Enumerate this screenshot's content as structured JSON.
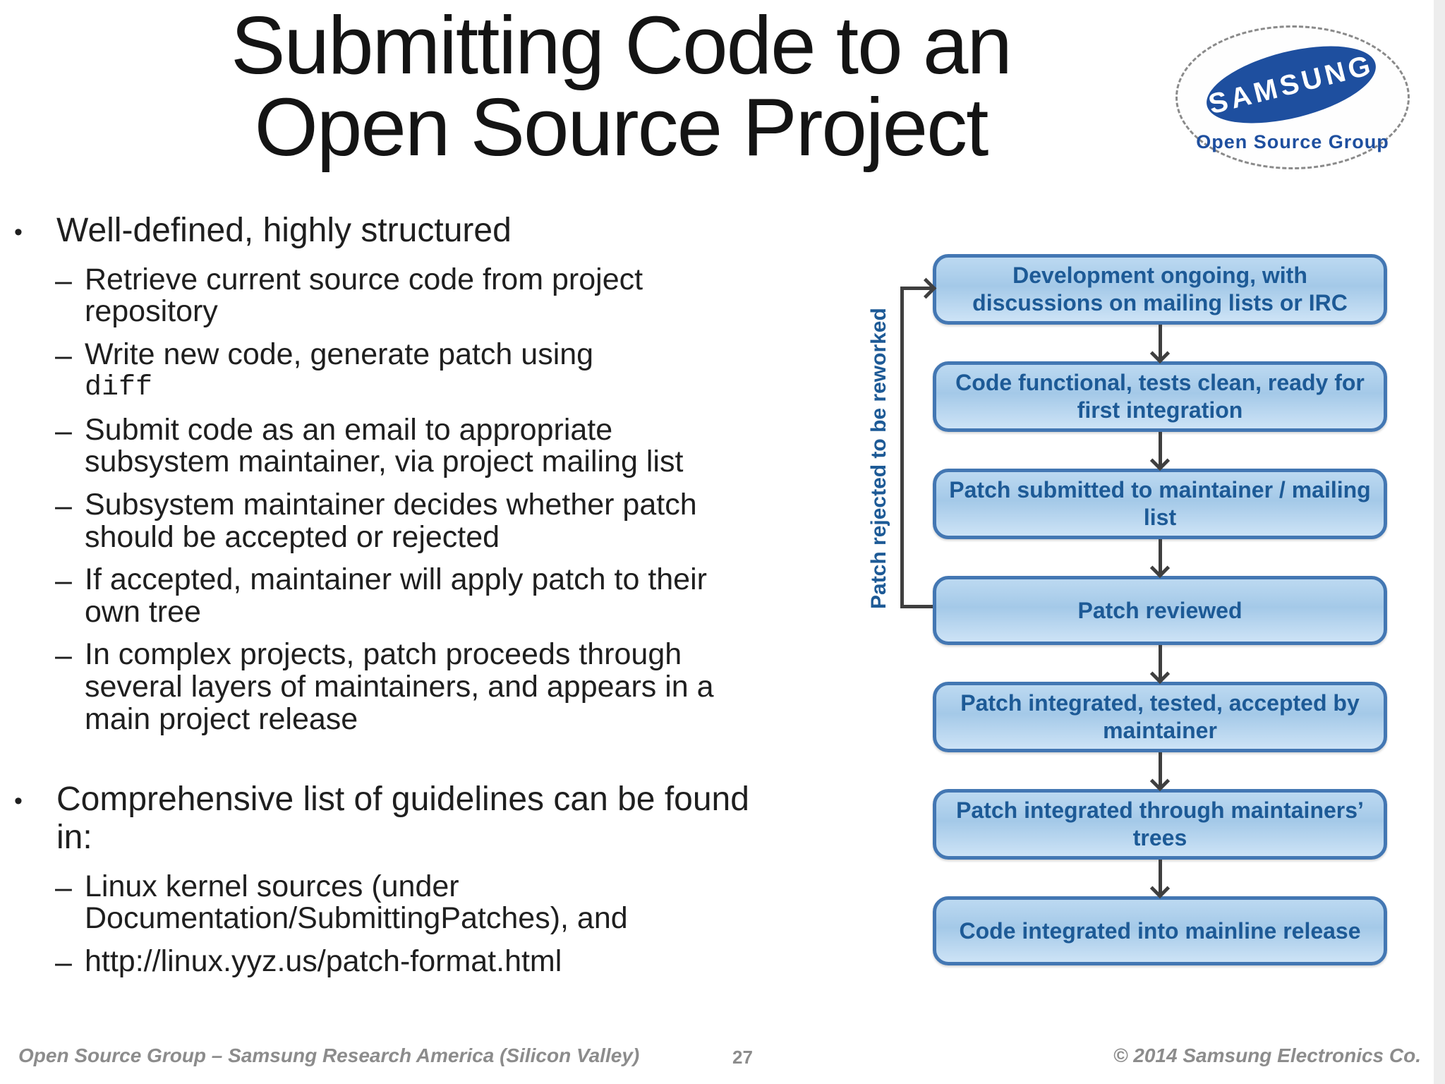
{
  "slide": {
    "title_line1": "Submitting Code to an",
    "title_line2": "Open Source Project"
  },
  "logo": {
    "brand": "SAMSUNG",
    "subtitle": "Open Source Group"
  },
  "markers": {
    "bullet": "•",
    "dash": "–"
  },
  "content": {
    "bullet1": {
      "label": "Well-defined, highly structured",
      "items": [
        {
          "text": "Retrieve current source code from project repository"
        },
        {
          "text": "Write new code, generate patch using",
          "code": "diff"
        },
        {
          "text": "Submit code as an email to appropriate subsystem maintainer, via project mailing list"
        },
        {
          "text": "Subsystem maintainer decides whether patch should be accepted or rejected"
        },
        {
          "text": "If accepted, maintainer will apply patch to their own tree"
        },
        {
          "text": "In complex projects, patch proceeds through several layers of maintainers, and appears in a main project release"
        }
      ]
    },
    "bullet2": {
      "label": "Comprehensive list of guidelines can be found in:",
      "items": [
        {
          "text": "Linux kernel sources (under Documentation/SubmittingPatches), and"
        },
        {
          "text": "http://linux.yyz.us/patch-format.html"
        }
      ]
    }
  },
  "flowchart": {
    "reject_label": "Patch rejected to be reworked",
    "boxes": [
      {
        "label": "Development ongoing, with discussions on mailing lists or IRC"
      },
      {
        "label": "Code functional, tests clean, ready for first integration"
      },
      {
        "label": "Patch submitted to maintainer / mailing list"
      },
      {
        "label": "Patch reviewed"
      },
      {
        "label": "Patch integrated, tested, accepted by maintainer"
      },
      {
        "label": "Patch integrated through maintainers’ trees"
      },
      {
        "label": "Code integrated into mainline release"
      }
    ]
  },
  "footer": {
    "left": "Open Source Group –  Samsung Research America (Silicon Valley)",
    "page": "27",
    "right": "© 2014 Samsung Electronics Co."
  },
  "colors": {
    "samsung_blue": "#1e4f9f",
    "box_border": "#4377b3",
    "box_text": "#1d5a96",
    "arrow": "#3f3f3f",
    "footer_gray": "#8c8c8c"
  }
}
